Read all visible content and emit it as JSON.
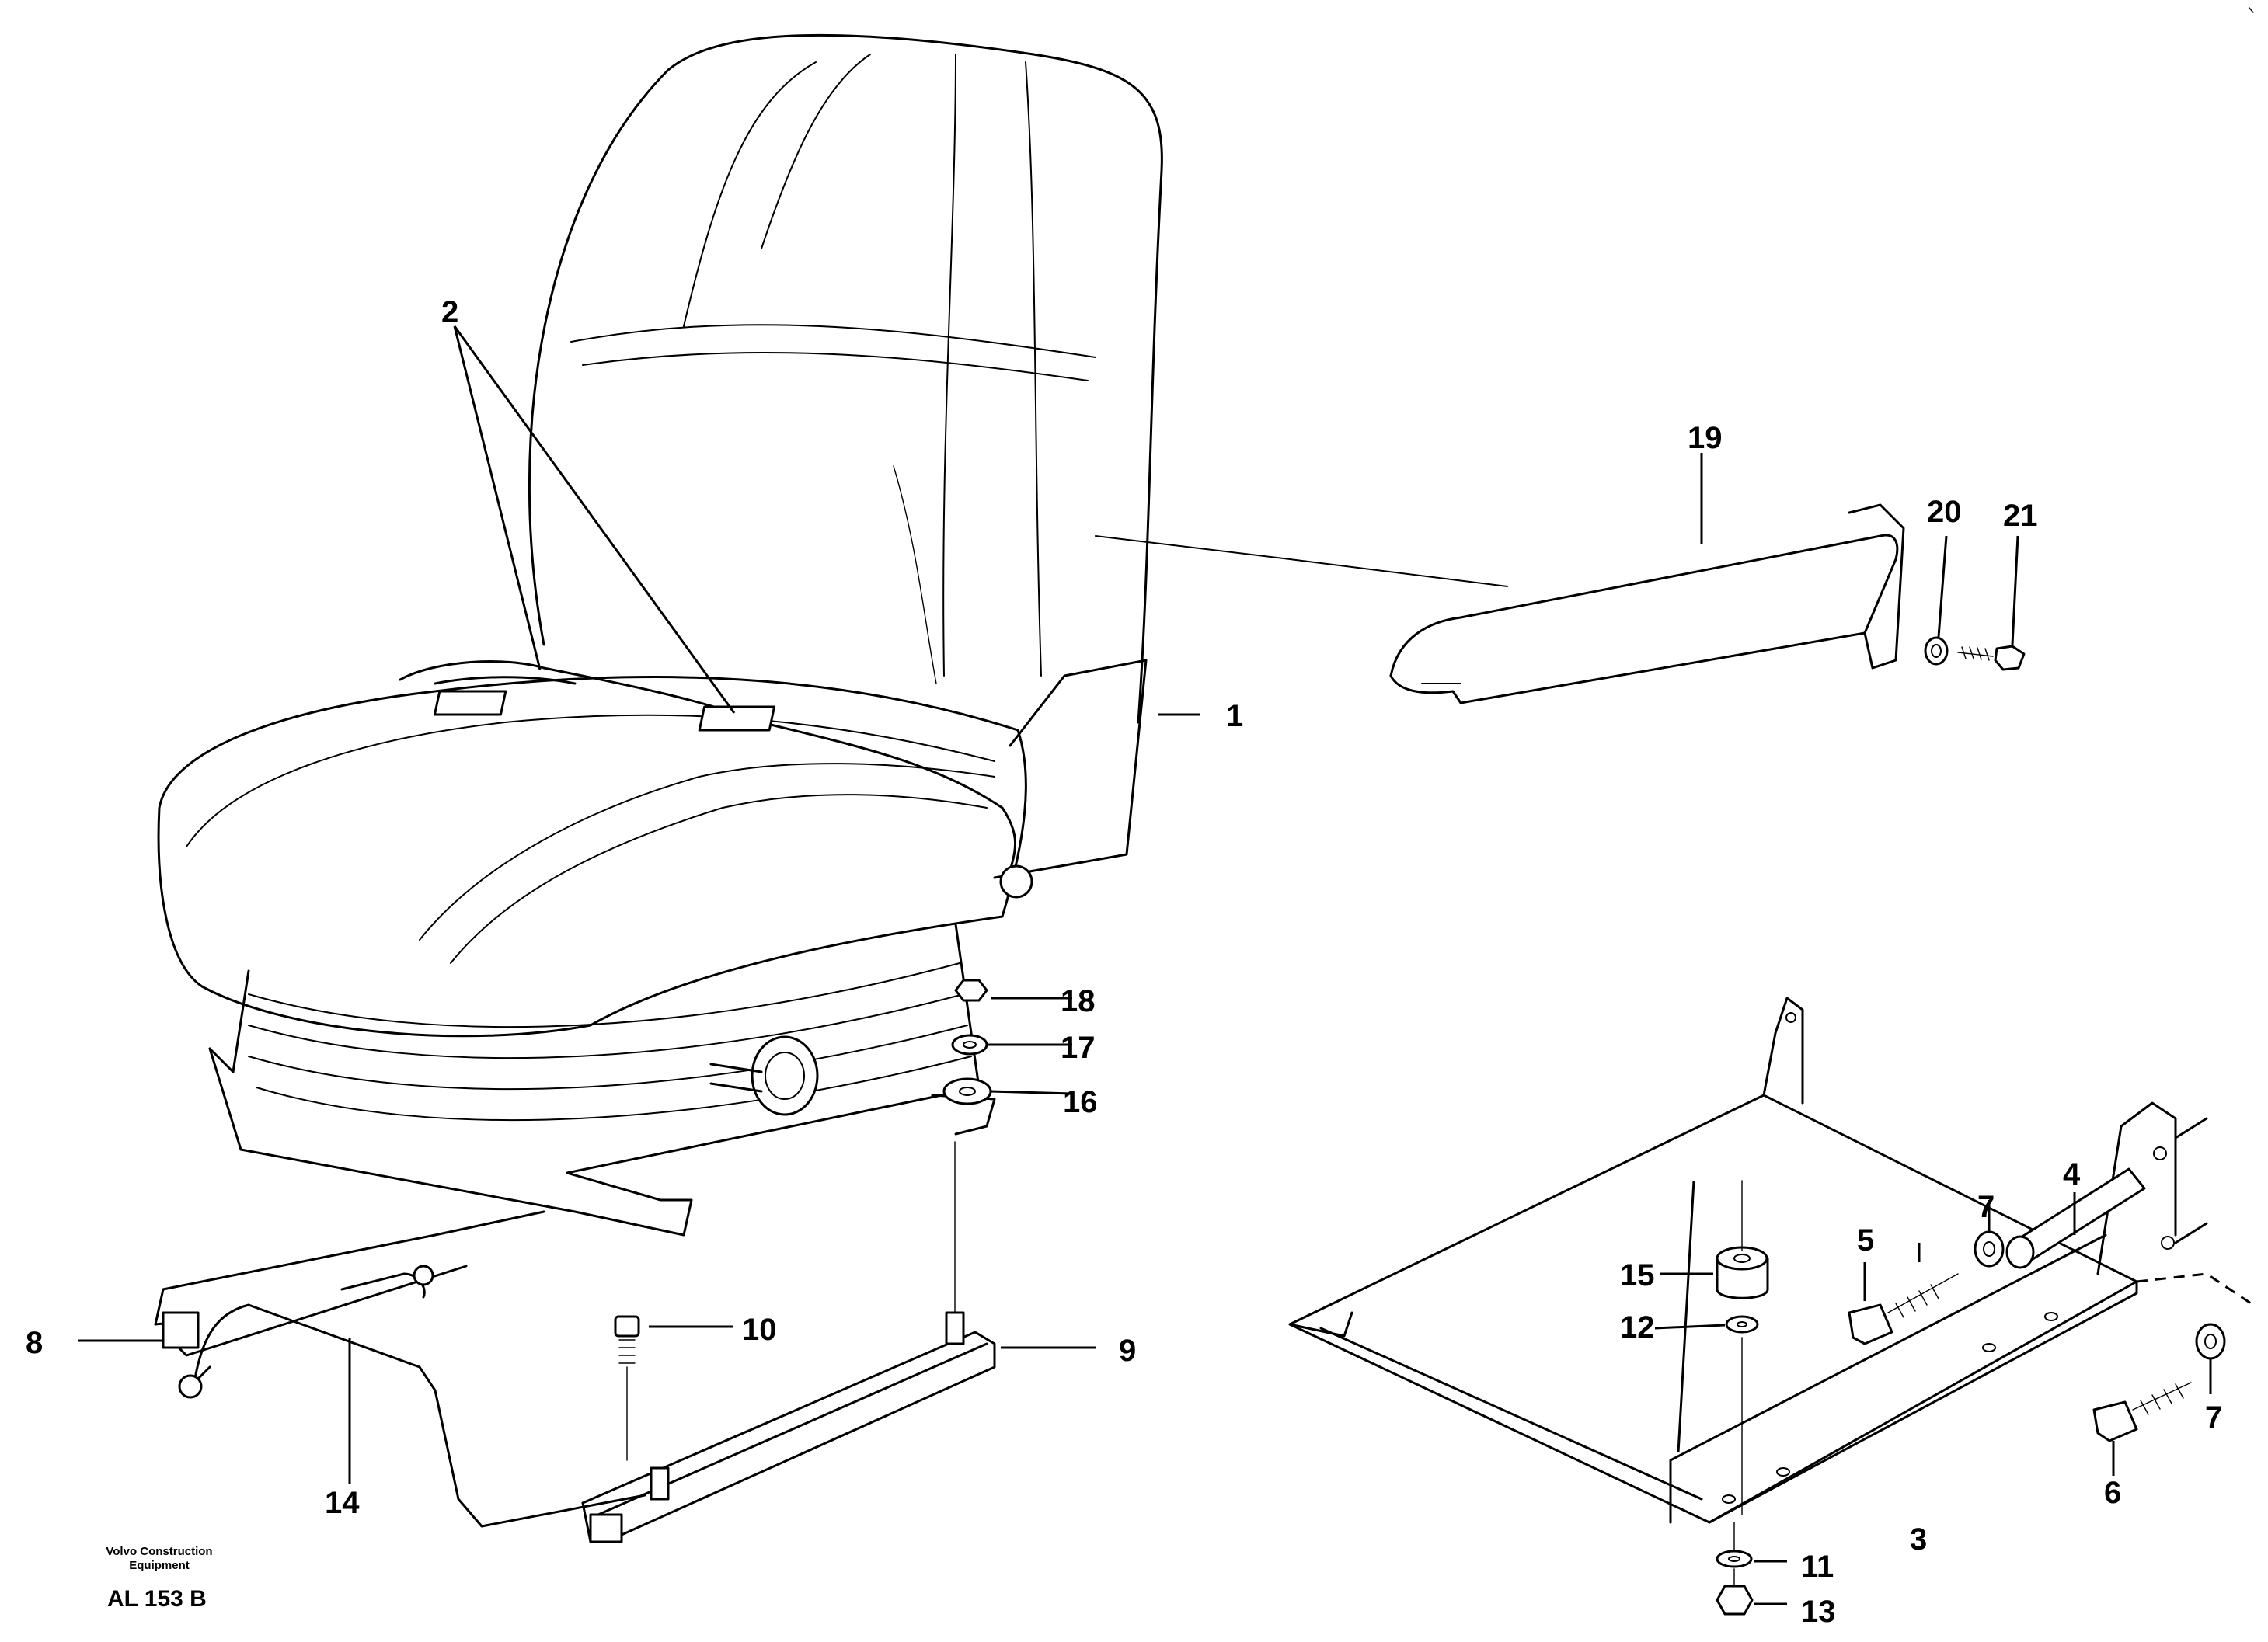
{
  "brand": {
    "line1": "Volvo Construction",
    "line2": "Equipment",
    "code": "AL 153 B"
  },
  "callouts": [
    {
      "id": "c1",
      "text": "1"
    },
    {
      "id": "c2",
      "text": "2"
    },
    {
      "id": "c3",
      "text": "3"
    },
    {
      "id": "c4",
      "text": "4"
    },
    {
      "id": "c5",
      "text": "5"
    },
    {
      "id": "c6",
      "text": "6"
    },
    {
      "id": "c7a",
      "text": "7"
    },
    {
      "id": "c7b",
      "text": "7"
    },
    {
      "id": "c8",
      "text": "8"
    },
    {
      "id": "c9",
      "text": "9"
    },
    {
      "id": "c10",
      "text": "10"
    },
    {
      "id": "c11",
      "text": "11"
    },
    {
      "id": "c12",
      "text": "12"
    },
    {
      "id": "c13",
      "text": "13"
    },
    {
      "id": "c14",
      "text": "14"
    },
    {
      "id": "c15",
      "text": "15"
    },
    {
      "id": "c16",
      "text": "16"
    },
    {
      "id": "c17",
      "text": "17"
    },
    {
      "id": "c18",
      "text": "18"
    },
    {
      "id": "c19",
      "text": "19"
    },
    {
      "id": "c20",
      "text": "20"
    },
    {
      "id": "c21",
      "text": "21"
    }
  ]
}
